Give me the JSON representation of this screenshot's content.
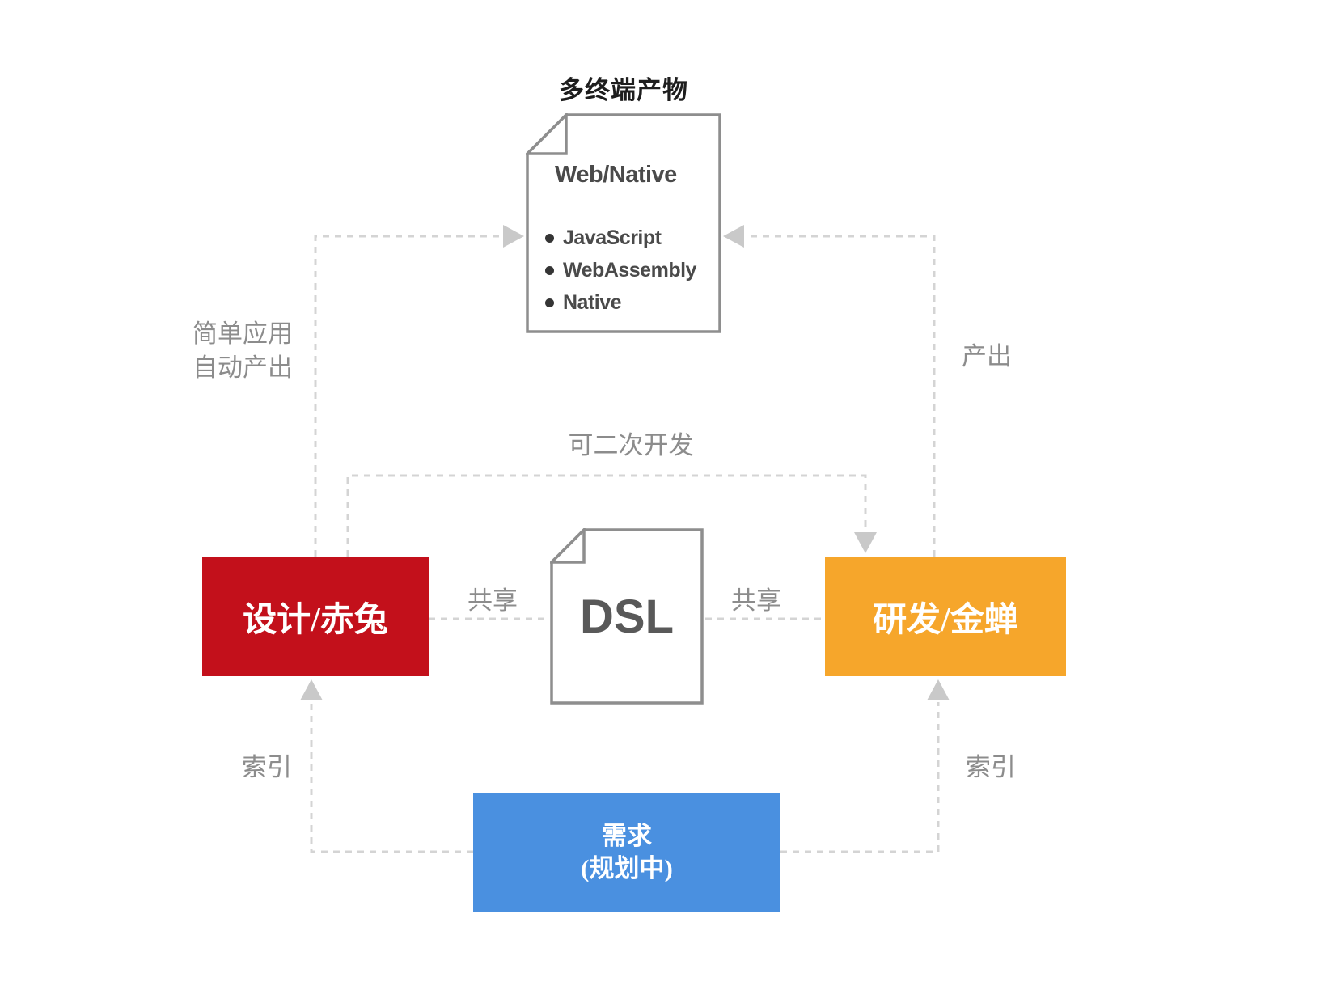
{
  "colors": {
    "red_box": "#c3101b",
    "orange_box": "#f6a62b",
    "blue_box": "#4a90e0",
    "line_gray": "#d4d4d4",
    "arrow_gray": "#c9c9c9",
    "doc_border": "#8e8e8e",
    "doc_text": "#4a4a4a",
    "label_gray": "#8c8c8c",
    "title_black": "#1e1e1e"
  },
  "top_document": {
    "title": "多终端产物",
    "heading": "Web/Native",
    "bullets": [
      "JavaScript",
      "WebAssembly",
      "Native"
    ]
  },
  "dsl_document": {
    "label": "DSL"
  },
  "nodes": {
    "design": "设计/赤兔",
    "dev": "研发/金蝉",
    "requirement_line1": "需求",
    "requirement_line2": "(规划中)"
  },
  "edge_labels": {
    "auto_output_line1": "简单应用",
    "auto_output_line2": "自动产出",
    "output": "产出",
    "secondary_dev": "可二次开发",
    "share_left": "共享",
    "share_right": "共享",
    "index_left": "索引",
    "index_right": "索引"
  }
}
